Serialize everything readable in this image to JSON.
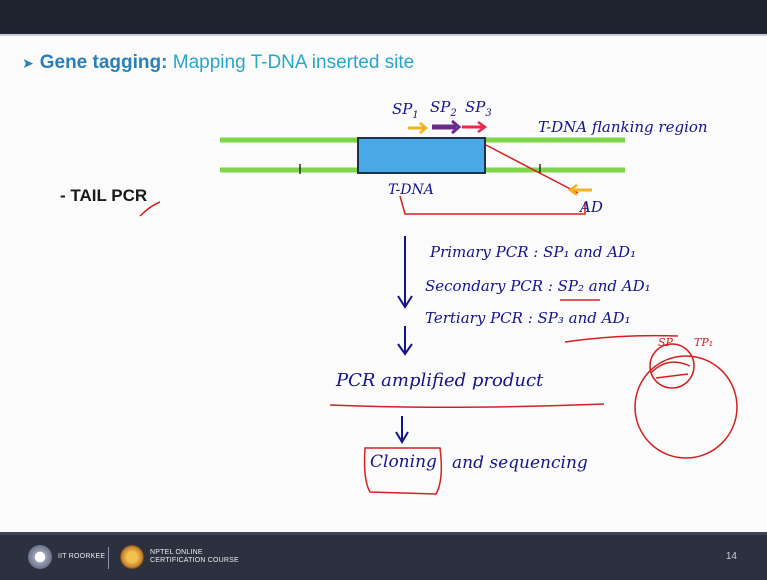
{
  "title": {
    "bullet": "➤",
    "bold": "Gene tagging:",
    "rest": " Mapping T-DNA inserted site"
  },
  "tail_pcr_label": "- TAIL PCR",
  "handwriting": {
    "sp1": "SP",
    "sp1_sub": "1",
    "sp2": "SP",
    "sp2_sub": "2",
    "sp3": "SP",
    "sp3_sub": "3",
    "flanking": "T-DNA flanking region",
    "tdna": "T-DNA",
    "ad": "AD",
    "primary": "Primary PCR : SP₁ and AD₁",
    "secondary": "Secondary PCR : SP₂ and AD₁",
    "tertiary": "Tertiary PCR : SP₃ and AD₁",
    "product": "PCR amplified product",
    "cloning": "Cloning",
    "sequencing": "and sequencing",
    "red_sp": "SP",
    "red_tp": "TP₁"
  },
  "footer": {
    "iit_label": "IIT ROORKEE",
    "nptel_line1": "NPTEL ONLINE",
    "nptel_line2": "CERTIFICATION COURSE",
    "page_number": "14"
  },
  "colors": {
    "title_blue": "#2a7fb8",
    "title_teal": "#27a7c7",
    "dna_green": "#7dd64a",
    "tdna_blue": "#49a9e6",
    "ink_blue": "#14148c",
    "ink_red": "#d42020"
  }
}
